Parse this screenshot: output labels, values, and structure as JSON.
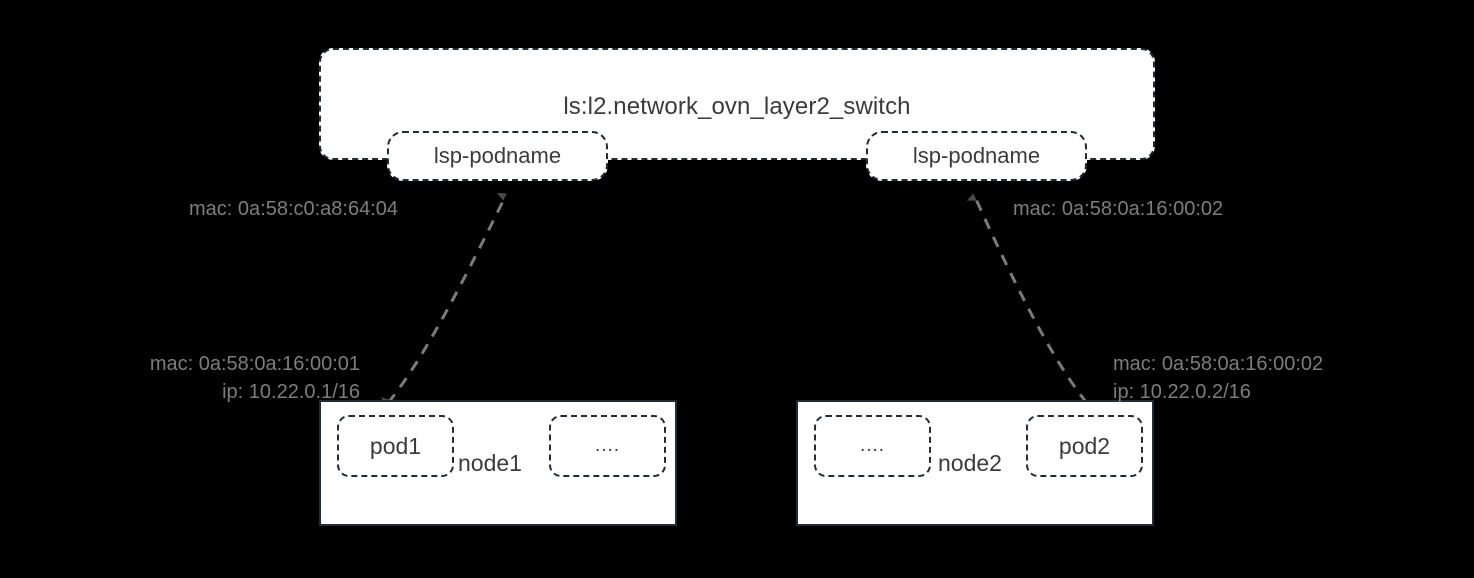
{
  "diagram": {
    "type": "network-topology",
    "background_color": "#000000",
    "box_fill": "#ffffff",
    "stroke_color": "#242b33",
    "text_color": "#3b3b3b",
    "annotation_color": "#7d7d7d"
  },
  "switch": {
    "title": "ls:l2.network_ovn_layer2_switch",
    "ports": [
      {
        "label": "lsp-podname",
        "mac_annotation": "mac: 0a:58:c0:a8:64:04"
      },
      {
        "label": "lsp-podname",
        "mac_annotation": "mac: 0a:58:0a:16:00:02"
      }
    ]
  },
  "nodes": [
    {
      "label": "node1",
      "pods": [
        {
          "label": "pod1"
        },
        {
          "label": "...."
        }
      ],
      "annotation": {
        "mac": "mac: 0a:58:0a:16:00:01",
        "ip": "ip: 10.22.0.1/16"
      }
    },
    {
      "label": "node2",
      "pods": [
        {
          "label": "...."
        },
        {
          "label": "pod2"
        }
      ],
      "annotation": {
        "mac": "mac: 0a:58:0a:16:00:02",
        "ip": "ip: 10.22.0.2/16"
      }
    }
  ],
  "connections": [
    {
      "from": "pod1",
      "to": "lsp-podname-left",
      "style": "dashed",
      "arrowheads": "both"
    },
    {
      "from": "pod2",
      "to": "lsp-podname-right",
      "style": "dashed",
      "arrowheads": "both"
    }
  ]
}
